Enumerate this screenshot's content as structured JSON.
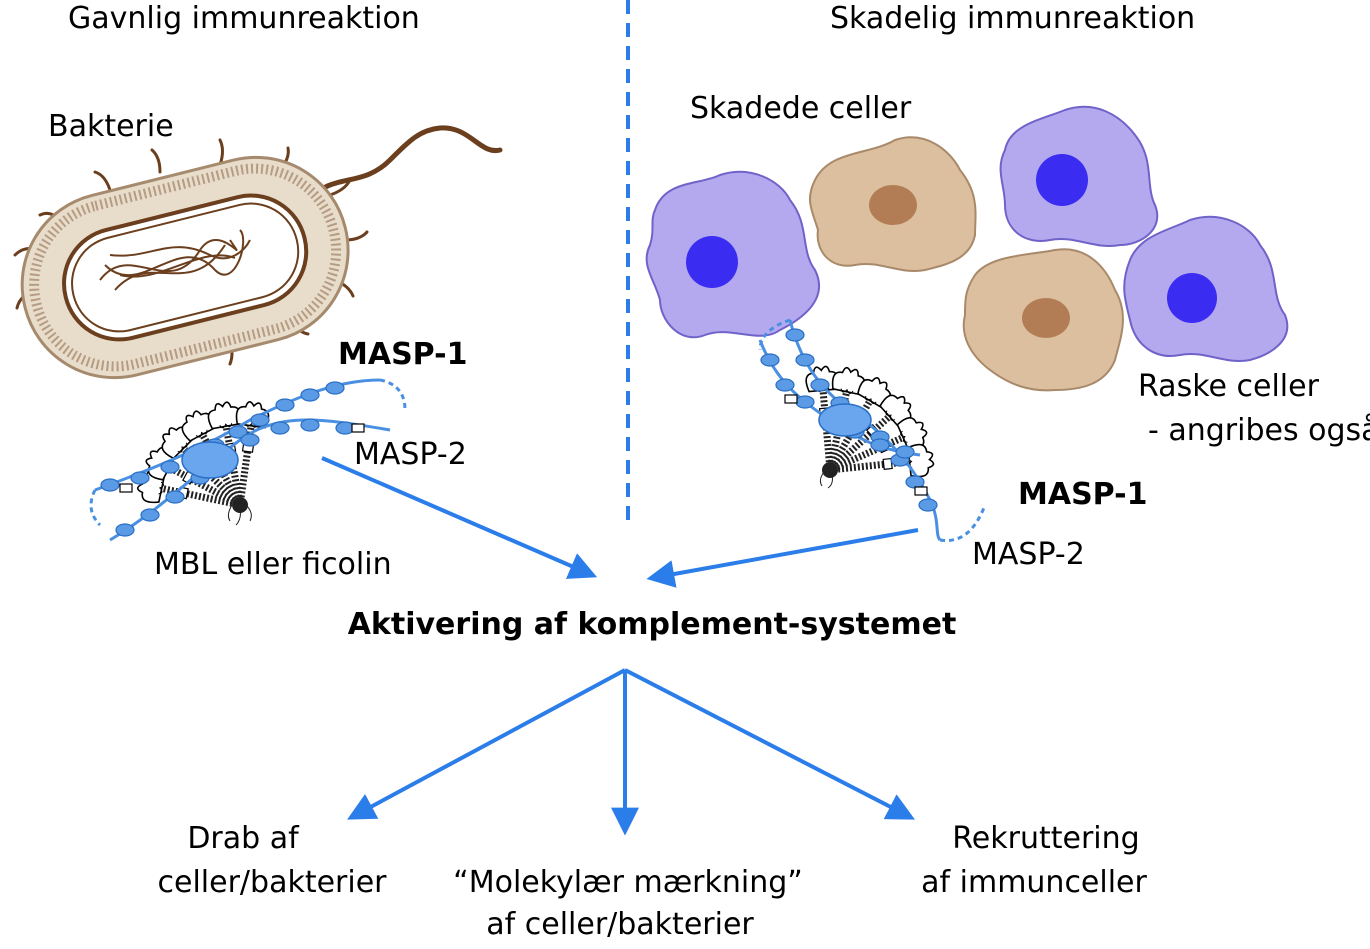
{
  "headers": {
    "left": "Gavnlig immunreaktion",
    "right": "Skadelig immunreaktion"
  },
  "left_panel": {
    "bacteria_label": "Bakterie",
    "masp1_label": "MASP-1",
    "masp2_label": "MASP-2",
    "mbl_label": "MBL eller ficolin"
  },
  "right_panel": {
    "damaged_cells_label": "Skadede celler",
    "healthy_cells_line1": "Raske celler",
    "healthy_cells_line2": "- angribes også",
    "masp1_label": "MASP-1",
    "masp2_label": "MASP-2"
  },
  "center": {
    "activation_label": "Aktivering af komplement-systemet"
  },
  "outcomes": [
    {
      "line1": "Drab af",
      "line2": "celler/bakterier"
    },
    {
      "line1": "“Molekylær mærkning”",
      "line2": "af celler/bakterier"
    },
    {
      "line1": "Rekruttering",
      "line2": "af immunceller"
    }
  ],
  "colors": {
    "arrow": "#2b7de9",
    "divider": "#2b7de9",
    "bacteria_brown": "#6b3f1e",
    "bacteria_fill": "#e8dccb",
    "healthy_cell": "#b4a9ee",
    "healthy_nucleus": "#3a2cf0",
    "damaged_cell": "#dcbf9f",
    "damaged_nucleus": "#b27d55",
    "masp_blue": "#4a90e2"
  }
}
